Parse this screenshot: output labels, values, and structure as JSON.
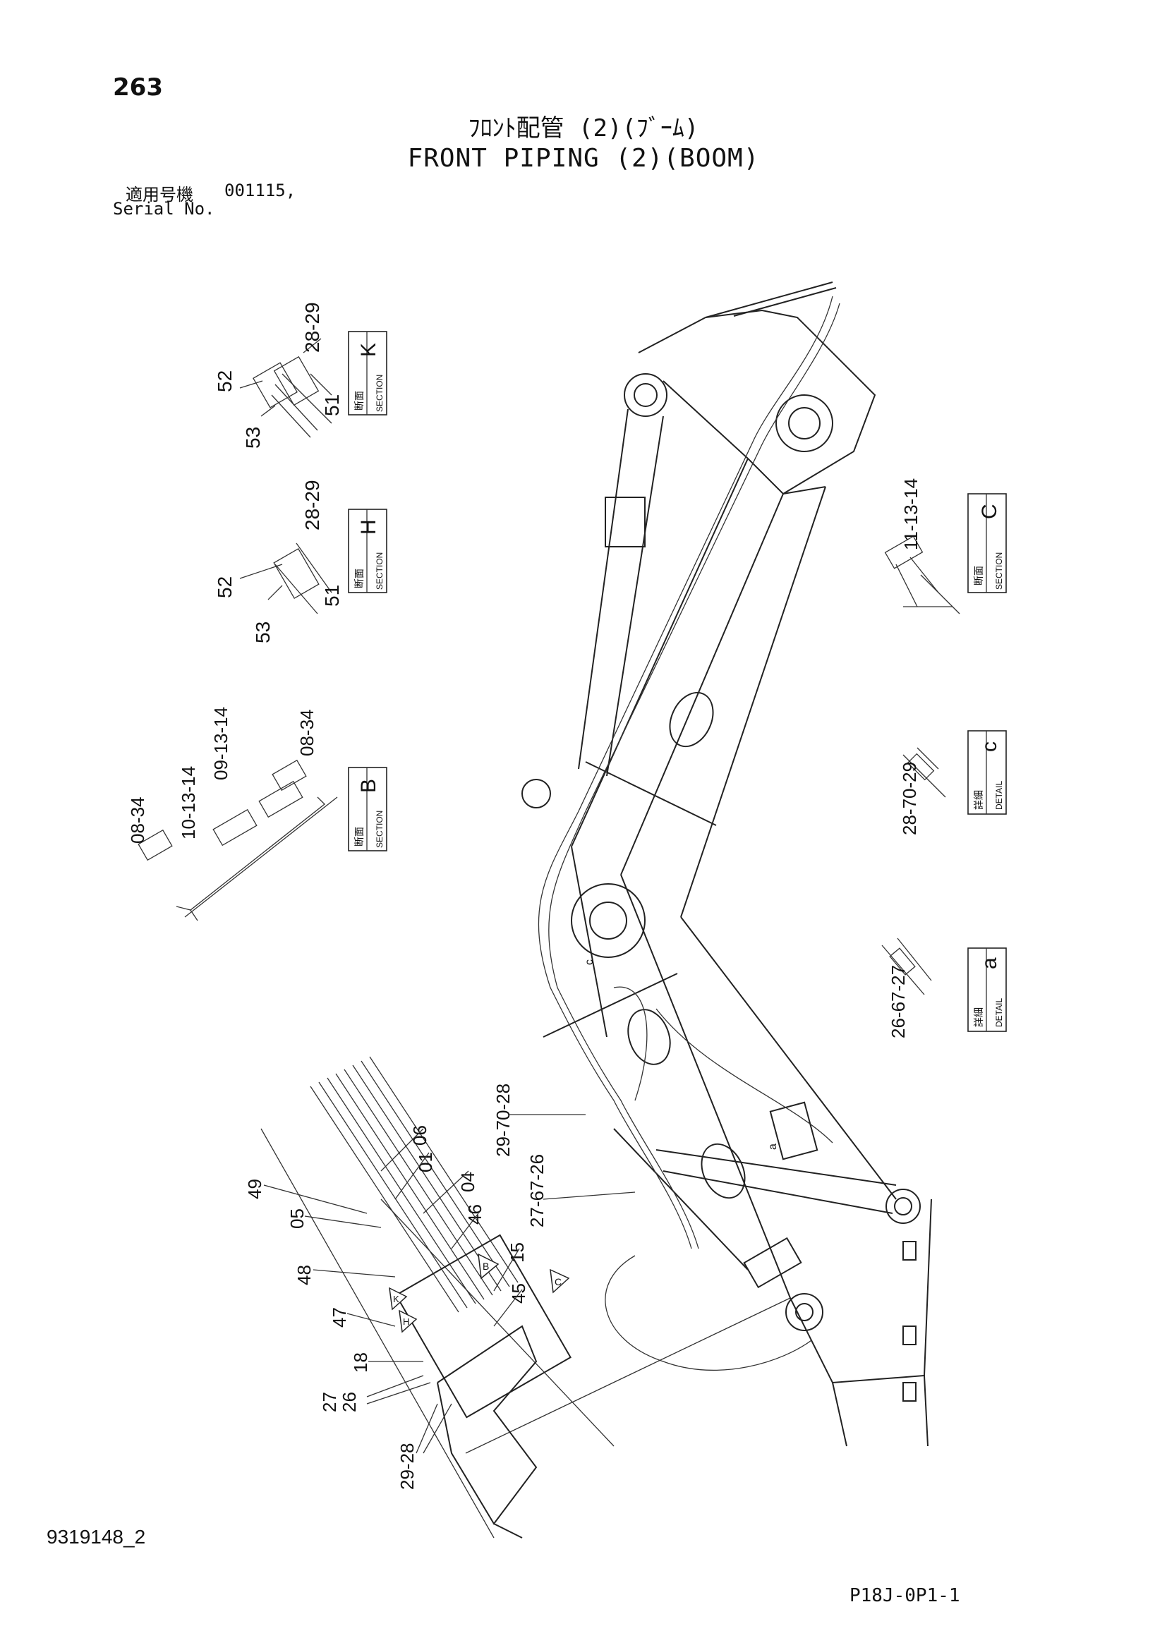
{
  "header": {
    "page_number": "263",
    "title_jp": "ﾌﾛﾝﾄ配管 (2)(ﾌﾞｰﾑ)",
    "title_en": "FRONT PIPING (2)(BOOM)",
    "serial_label_jp": "適用号機",
    "serial_value": "001115,",
    "serial_label_en": "Serial No."
  },
  "footer": {
    "document_id": "9319148_2",
    "page_code": "P18J-0P1-1"
  },
  "views": {
    "section_k": {
      "jp": "断面",
      "en": "SECTION",
      "letter": "K"
    },
    "section_h": {
      "jp": "断面",
      "en": "SECTION",
      "letter": "H"
    },
    "section_b": {
      "jp": "断面",
      "en": "SECTION",
      "letter": "B"
    },
    "section_c": {
      "jp": "断面",
      "en": "SECTION",
      "letter": "C"
    },
    "detail_c": {
      "jp": "詳細",
      "en": "DETAIL",
      "letter": "c"
    },
    "detail_a": {
      "jp": "詳細",
      "en": "DETAIL",
      "letter": "a"
    }
  },
  "callouts": {
    "k": {
      "top": "28-29",
      "left": "52",
      "bottom_left": "53",
      "right": "51"
    },
    "h": {
      "top": "28-29",
      "left": "52",
      "bottom_left": "53",
      "right": "51"
    },
    "b": {
      "p1": "08-34",
      "p2": "09-13-14",
      "p3": "10-13-14",
      "p4": "08-34"
    },
    "c": {
      "stack": "11-13-14"
    },
    "dc": {
      "stack": "28-70-29"
    },
    "da": {
      "stack": "26-67-27"
    },
    "main": {
      "c1": "29-70-28",
      "c2": "27-67-26",
      "c3": "06",
      "c4": "01",
      "c5": "04",
      "c6": "49",
      "c7": "05",
      "c8": "46",
      "c9": "15",
      "c10": "48",
      "c11": "45",
      "c12": "47",
      "c13": "18",
      "c14": "27",
      "c15": "26",
      "c16": "29-28"
    },
    "markers": {
      "b": "B",
      "c": "C",
      "k": "K",
      "h": "H",
      "small_a": "a",
      "small_c": "c"
    }
  }
}
